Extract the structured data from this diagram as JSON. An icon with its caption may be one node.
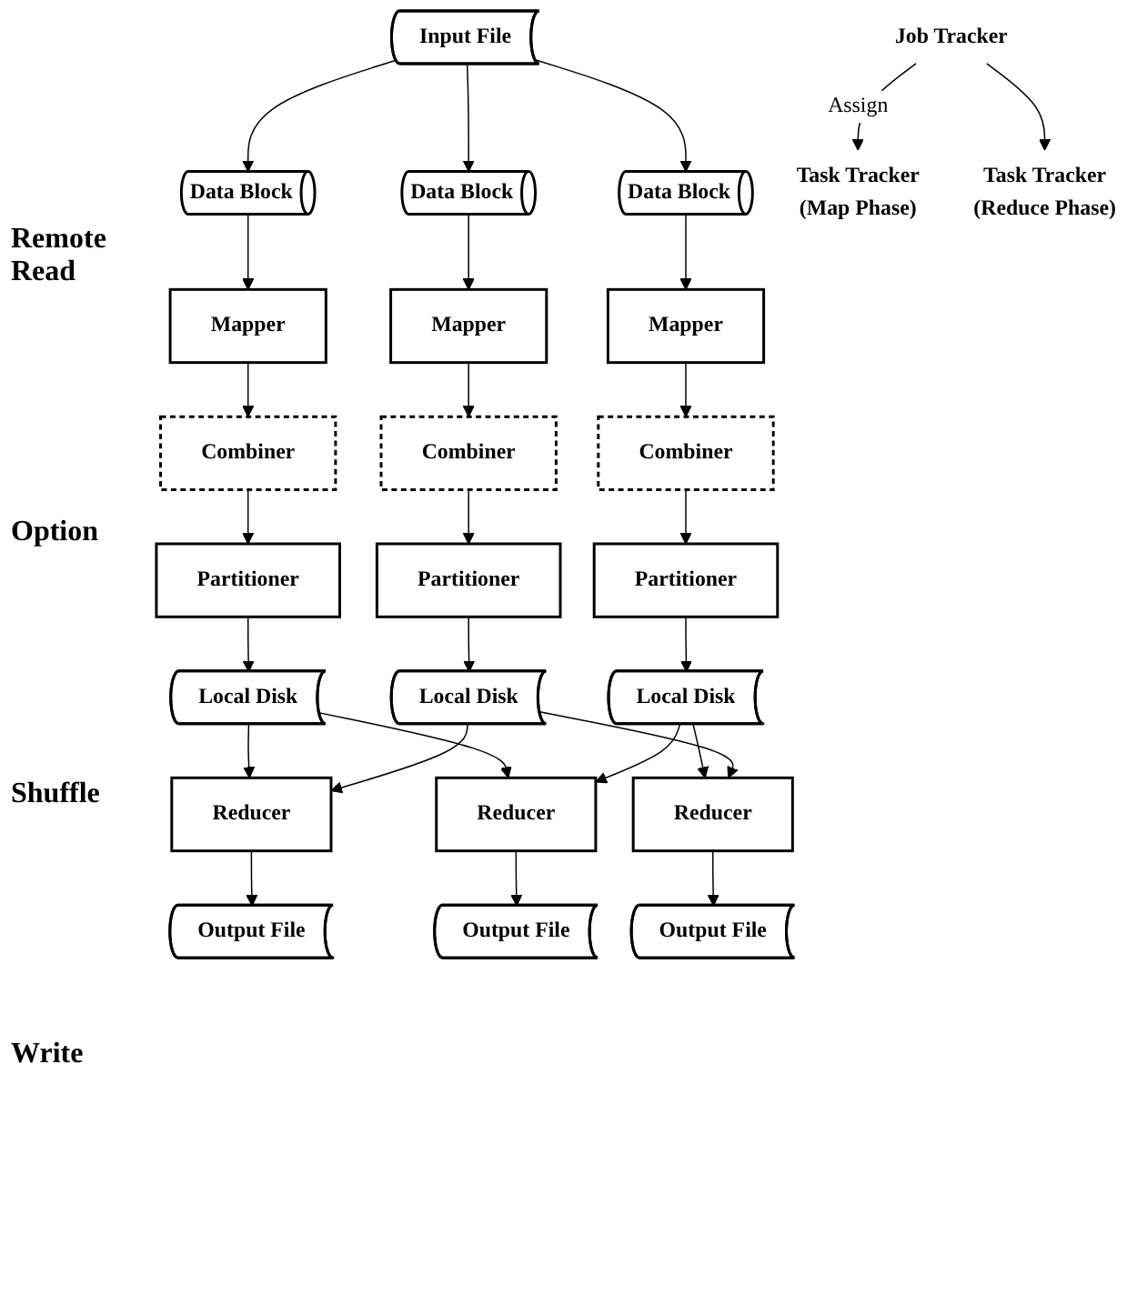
{
  "diagram": {
    "nodes": [
      {
        "text": [
          "Input File"
        ]
      },
      {
        "text": [
          "Data Block"
        ]
      },
      {
        "text": [
          "Data Block"
        ]
      },
      {
        "text": [
          "Data Block"
        ]
      },
      {
        "text": [
          "Mapper"
        ]
      },
      {
        "text": [
          "Mapper"
        ]
      },
      {
        "text": [
          "Mapper"
        ]
      },
      {
        "text": [
          "Combiner"
        ]
      },
      {
        "text": [
          "Combiner"
        ]
      },
      {
        "text": [
          "Combiner"
        ]
      },
      {
        "text": [
          "Partitioner"
        ]
      },
      {
        "text": [
          "Partitioner"
        ]
      },
      {
        "text": [
          "Partitioner"
        ]
      },
      {
        "text": [
          "Local Disk"
        ]
      },
      {
        "text": [
          "Local Disk"
        ]
      },
      {
        "text": [
          "Local Disk"
        ]
      },
      {
        "text": [
          "Reducer"
        ]
      },
      {
        "text": [
          "Reducer"
        ]
      },
      {
        "text": [
          "Reducer"
        ]
      },
      {
        "text": [
          "Output File"
        ]
      },
      {
        "text": [
          "Output File"
        ]
      },
      {
        "text": [
          "Output File"
        ]
      },
      {
        "text": [
          "Job Tracker"
        ]
      },
      {
        "text": [
          "Task Tracker",
          "(Map Phase)"
        ]
      },
      {
        "text": [
          "Task Tracker",
          "(Reduce Phase)"
        ]
      }
    ],
    "edges": [
      {
        "from": 0,
        "to": 1,
        "arrow": "to"
      },
      {
        "from": 0,
        "to": 2,
        "arrow": "to"
      },
      {
        "from": 0,
        "to": 3,
        "arrow": "to"
      },
      {
        "from": 1,
        "to": 4,
        "arrow": "to"
      },
      {
        "from": 2,
        "to": 5,
        "arrow": "to"
      },
      {
        "from": 3,
        "to": 6,
        "arrow": "to"
      },
      {
        "from": 4,
        "to": 7,
        "arrow": "to"
      },
      {
        "from": 5,
        "to": 8,
        "arrow": "to"
      },
      {
        "from": 6,
        "to": 9,
        "arrow": "to"
      },
      {
        "from": 7,
        "to": 10,
        "arrow": "to"
      },
      {
        "from": 8,
        "to": 11,
        "arrow": "to"
      },
      {
        "from": 9,
        "to": 12,
        "arrow": "to"
      },
      {
        "from": 10,
        "to": 13,
        "arrow": "to"
      },
      {
        "from": 11,
        "to": 14,
        "arrow": "to"
      },
      {
        "from": 12,
        "to": 15,
        "arrow": "to"
      },
      {
        "from": 13,
        "to": 16,
        "arrow": "to"
      },
      {
        "from": 13,
        "to": 17,
        "arrow": "to"
      },
      {
        "from": 14,
        "to": 17,
        "arrow": "to"
      },
      {
        "from": 14,
        "to": 18,
        "arrow": "to"
      },
      {
        "from": 15,
        "to": 18,
        "arrow": "to"
      },
      {
        "from": 15,
        "to": 16,
        "arrow": "to"
      },
      {
        "from": 16,
        "to": 19,
        "arrow": "to"
      },
      {
        "from": 17,
        "to": 20,
        "arrow": "to"
      },
      {
        "from": 18,
        "to": 21,
        "arrow": "to"
      },
      {
        "from": 22,
        "to": 23,
        "label": "Assign",
        "arrow": "to"
      },
      {
        "from": 22,
        "to": 24,
        "arrow": "to"
      }
    ],
    "labels": [
      "Remote Read",
      "Option",
      "Shuffle",
      "Write"
    ]
  }
}
